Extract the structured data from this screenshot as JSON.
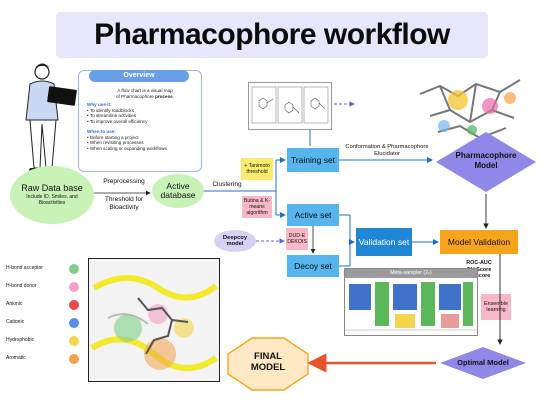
{
  "title": "Pharmacophore workflow",
  "overview": {
    "heading": "Overview",
    "intro_line1": "A flow chart is a visual map",
    "intro_line2_a": "of Pharmacophore ",
    "intro_line2_b": "process",
    "intro_line2_c": ".",
    "why_heading": "Why use it:",
    "why_items": [
      "To identify roadblocks",
      "To streamline activities",
      "To improve overall efficiency"
    ],
    "when_heading": "When to use:",
    "when_items": [
      "Before starting a project",
      "When revisiting processes",
      "When scaling or expanding workflows"
    ]
  },
  "nodes": {
    "raw_db": "Raw Data base",
    "raw_db_sub": "Include ID, Smiles, and Bioactivities",
    "active_db_line1": "Active",
    "active_db_line2": "database",
    "preprocessing": "Preprocessing",
    "threshold": "Threshold for Bioactivity",
    "clustering": "Clustering",
    "tanimoto": "+ Tanimoto threshold",
    "butina": "Butina & K-means algorithm",
    "training_set": "Training set",
    "active_set": "Active set",
    "decoy_set": "Decoy set",
    "deepcoy": "Deepcoy model",
    "dude": "DUD-E DEKOIS",
    "validation_set": "Validation set",
    "model_validation": "Model Validation",
    "conformation": "Conformation & Pharmacophore Elucidator",
    "pharmacophore_model_line1": "Pharmacophore",
    "pharmacophore_model_line2": "Model",
    "metrics": [
      "ROC-AUC",
      "GH Score",
      "F1-score"
    ],
    "meta_sampler": "Meta-sampler (2ₙ)",
    "ensemble": "Ensemble learning",
    "optimal_model": "Optimal Model",
    "final_model_line1": "FINAL",
    "final_model_line2": "MODEL"
  },
  "legend": [
    "H-bond acceptor",
    "H-bond donor",
    "Anionic",
    "Cationic",
    "Hydrophobic",
    "Aromatic"
  ],
  "colors": {
    "title_bg": "#e7e6fb",
    "green_node": "#c9f2b6",
    "blue_box": "#55b5ec",
    "strong_blue": "#1f87d6",
    "orange": "#f7a41d",
    "purple_diamond": "#8e88e8",
    "final_red": "#e8532a",
    "pink_note": "#f9b8c8",
    "yellow_note": "#f7ec6c"
  }
}
